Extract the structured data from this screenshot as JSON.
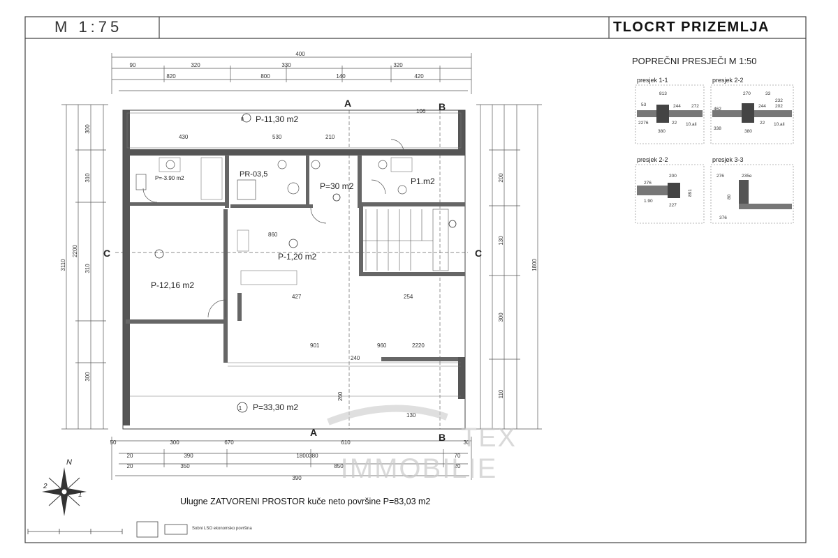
{
  "header": {
    "scale": "M 1:75",
    "title": "TLOCRT PRIZEMLJA"
  },
  "sections": {
    "title": "POPREČNI PRESJEČI M 1:50",
    "items": [
      {
        "label": "presjek 1-1",
        "dims": [
          "813",
          "53",
          "244",
          "272",
          "2276",
          "380",
          "22",
          "10.ali"
        ]
      },
      {
        "label": "presjek 2-2",
        "dims": [
          "270",
          "33",
          "462",
          "244",
          "232",
          "202",
          "338",
          "380",
          "22",
          "10.ali"
        ]
      },
      {
        "label": "presjek 2-2",
        "dims": [
          "200",
          "276",
          "1.90",
          "227",
          "891"
        ]
      },
      {
        "label": "presjek 3-3",
        "dims": [
          "276",
          "235e",
          "80",
          "376"
        ]
      }
    ]
  },
  "rooms": [
    {
      "id": "8",
      "label": "P-11,30 m2"
    },
    {
      "id": "",
      "label": "PR-03,5"
    },
    {
      "id": "",
      "label": "P=30 m2"
    },
    {
      "id": "",
      "label": "P1.m2"
    },
    {
      "id": "",
      "label": "P=-3.90 m2"
    },
    {
      "id": "",
      "label": "P-1,20 m2"
    },
    {
      "id": "",
      "label": "P-12,16 m2"
    },
    {
      "id": "1",
      "label": "P=33,30 m2"
    }
  ],
  "axes": {
    "a_top": "A",
    "a_bottom": "A",
    "b_top": "B",
    "b_bottom": "B",
    "c_left": "C",
    "c_right": "C"
  },
  "dims": {
    "top_overall": "400",
    "top_row1": [
      "90",
      "320",
      "330",
      "320"
    ],
    "top_row2": [
      "820",
      "800",
      "140",
      "420"
    ],
    "left": [
      "300",
      "310",
      "2200",
      "310",
      "300"
    ],
    "left_total": "3110",
    "right": [
      "200",
      "130",
      "300",
      "110"
    ],
    "right_total": "1800",
    "bottom_row1": [
      "50",
      "300",
      "670",
      "610",
      "30"
    ],
    "bottom_row2": [
      "20",
      "390",
      "1800380",
      "70"
    ],
    "bottom_row3": [
      "20",
      "350",
      "850",
      "20"
    ],
    "bottom_total": "390",
    "inner": [
      "430",
      "530",
      "210",
      "860",
      "427",
      "254",
      "901",
      "960",
      "2220",
      "240",
      "260",
      "130",
      "106"
    ]
  },
  "watermark": {
    "line1": "TEX",
    "line2": "IMMOBILIE"
  },
  "compass": {
    "north": "N",
    "n1": "1",
    "n2": "2"
  },
  "footer": {
    "text": "Ulugne ZATVORENI PROSTOR kuče neto površine P=83,03 m2",
    "legend": "Sobni LSO ekonomsko površina"
  },
  "colors": {
    "line": "#333333",
    "wall": "#555555",
    "paper": "#ffffff"
  }
}
